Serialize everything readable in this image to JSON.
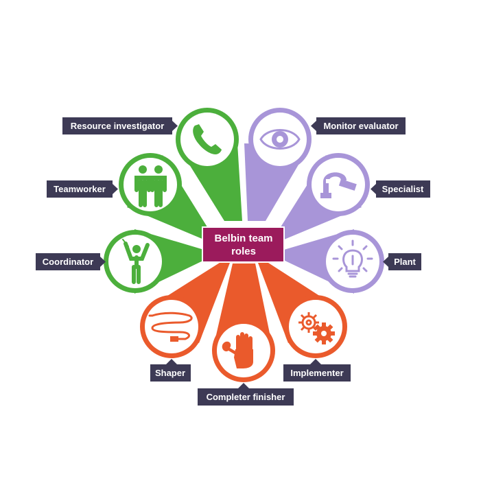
{
  "title": {
    "line1": "Belbin team",
    "line2": "roles"
  },
  "colors": {
    "green": "#4caf3c",
    "purple": "#a895d8",
    "orange": "#ea5a2c",
    "center": "#9b1b5c",
    "label_bg": "#3d3a55",
    "white": "#ffffff"
  },
  "roles": [
    {
      "id": "resource-investigator",
      "label": "Resource investigator",
      "group": "green",
      "icon": "phone-icon"
    },
    {
      "id": "teamworker",
      "label": "Teamworker",
      "group": "green",
      "icon": "two-people-icon"
    },
    {
      "id": "coordinator",
      "label": "Coordinator",
      "group": "green",
      "icon": "conductor-icon"
    },
    {
      "id": "monitor-evaluator",
      "label": "Monitor evaluator",
      "group": "purple",
      "icon": "eye-icon"
    },
    {
      "id": "specialist",
      "label": "Specialist",
      "group": "purple",
      "icon": "micrometer-icon"
    },
    {
      "id": "plant",
      "label": "Plant",
      "group": "purple",
      "icon": "lightbulb-icon"
    },
    {
      "id": "shaper",
      "label": "Shaper",
      "group": "orange",
      "icon": "cable-icon"
    },
    {
      "id": "completer-finisher",
      "label": "Completer finisher",
      "group": "orange",
      "icon": "hand-wrench-icon"
    },
    {
      "id": "implementer",
      "label": "Implementer",
      "group": "orange",
      "icon": "gears-icon"
    }
  ]
}
